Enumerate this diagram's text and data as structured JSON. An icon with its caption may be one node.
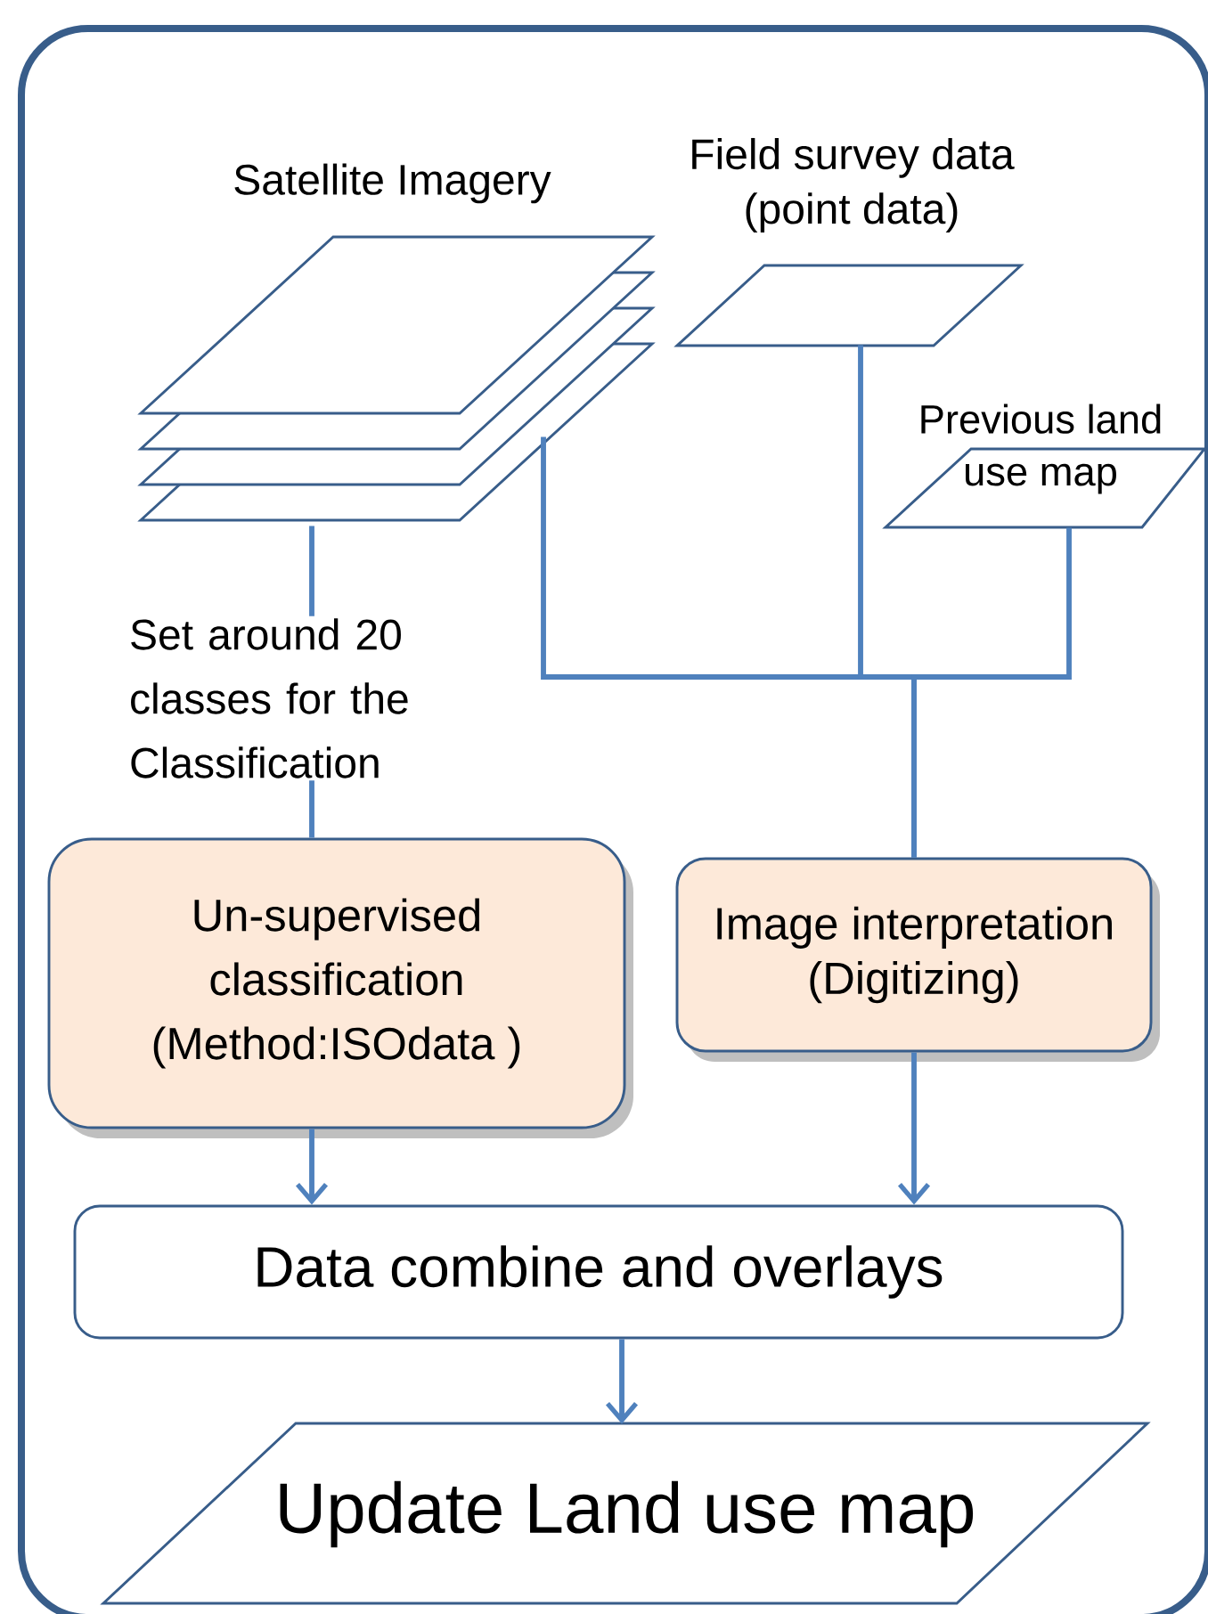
{
  "diagram": {
    "nodes": [
      {
        "text": [],
        "shape": "box"
      },
      {
        "text": [
          "Satellite Imagery"
        ],
        "in": 0
      },
      {
        "text": [
          "Field survey data (point data)"
        ],
        "in": 0
      },
      {
        "text": [
          "Previous land use map"
        ],
        "in": 0
      },
      {
        "text": [
          "Un-supervised classification (Method:ISOdata )"
        ],
        "in": 0
      },
      {
        "text": [
          "Image interpretation (Digitizing)"
        ],
        "in": 0
      },
      {
        "text": [
          "Data combine and overlays"
        ],
        "in": 0
      },
      {
        "text": [
          "Update Land use map"
        ],
        "in": 0
      }
    ],
    "edges": [
      {
        "from": 1,
        "to": 4,
        "arrow": "none",
        "label": "Set around 20 classes for the Classification"
      },
      {
        "from": 1,
        "to": 5,
        "arrow": "none"
      },
      {
        "from": 2,
        "to": 5,
        "arrow": "none"
      },
      {
        "from": 3,
        "to": 5,
        "arrow": "none"
      },
      {
        "from": 4,
        "to": 6,
        "arrow": "to"
      },
      {
        "from": 5,
        "to": 6,
        "arrow": "to"
      },
      {
        "from": 6,
        "to": 7,
        "arrow": "to"
      }
    ]
  }
}
